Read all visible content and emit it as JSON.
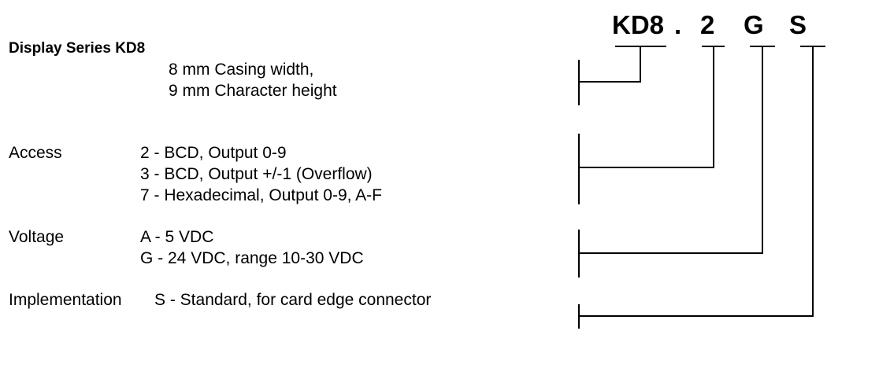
{
  "title": "Display Series KD8",
  "features": [
    "8 mm Casing width,",
    "9 mm Character height"
  ],
  "code": {
    "parts": [
      "KD8",
      ".",
      "2",
      "G",
      "S"
    ]
  },
  "sections": [
    {
      "label": "Access",
      "options": [
        "2 - BCD, Output 0-9",
        "3 - BCD, Output +/-1 (Overflow)",
        "7 - Hexadecimal, Output 0-9, A-F"
      ]
    },
    {
      "label": "Voltage",
      "options": [
        "A - 5 VDC",
        "G - 24 VDC, range 10-30 VDC"
      ]
    },
    {
      "label": "Implementation",
      "options": [
        "S - Standard, for card edge connector"
      ]
    }
  ]
}
